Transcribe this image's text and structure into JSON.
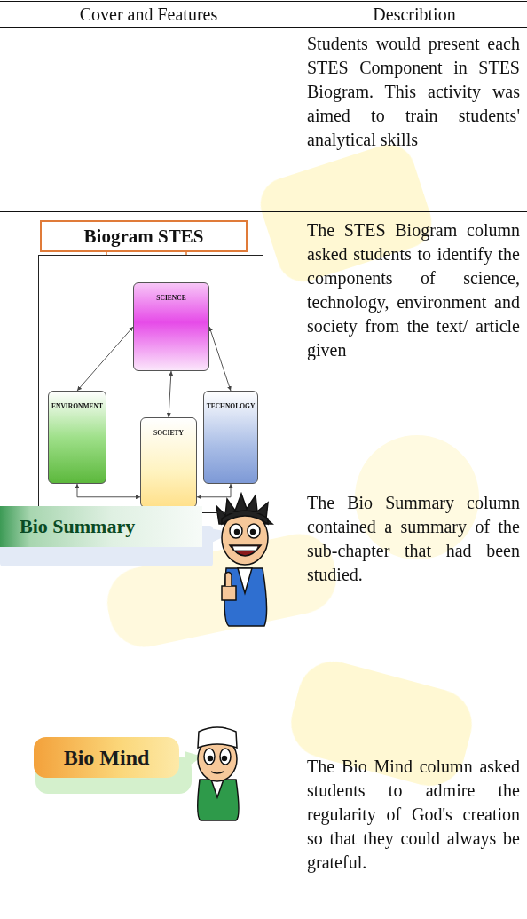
{
  "diagram": {
    "nodes": [
      {
        "text": [
          "Biogram STES"
        ]
      },
      {
        "text": [
          "SCIENCE"
        ],
        "in": 0
      },
      {
        "text": [
          "ENVIRONMENT"
        ],
        "in": 0
      },
      {
        "text": [
          "TECHNOLOGY"
        ],
        "in": 0
      },
      {
        "text": [
          "SOCIETY"
        ],
        "in": 0
      },
      {
        "text": [
          "Bio Summary"
        ]
      },
      {
        "text": [
          "Bio Mind"
        ]
      }
    ],
    "edges": [
      {
        "from": 1,
        "to": 3,
        "arrow": "both"
      },
      {
        "from": 1,
        "to": 2,
        "arrow": "both"
      },
      {
        "from": 1,
        "to": 4,
        "arrow": "both"
      },
      {
        "from": 2,
        "to": 4,
        "arrow": "both"
      },
      {
        "from": 3,
        "to": 4,
        "arrow": "both"
      }
    ],
    "labels": [
      "Cover and Features",
      "Describtion",
      "Students would present each STES Component in STES Biogram. This activity was aimed to train students' analytical skills",
      "The STES Biogram column asked students to identify the components of science, technology, environment and society from the text/ article given",
      "The Bio Summary column contained a summary of the sub-chapter that had been studied.",
      "The Bio Mind column asked students to admire the regularity of God's creation so that they could always be grateful."
    ]
  }
}
